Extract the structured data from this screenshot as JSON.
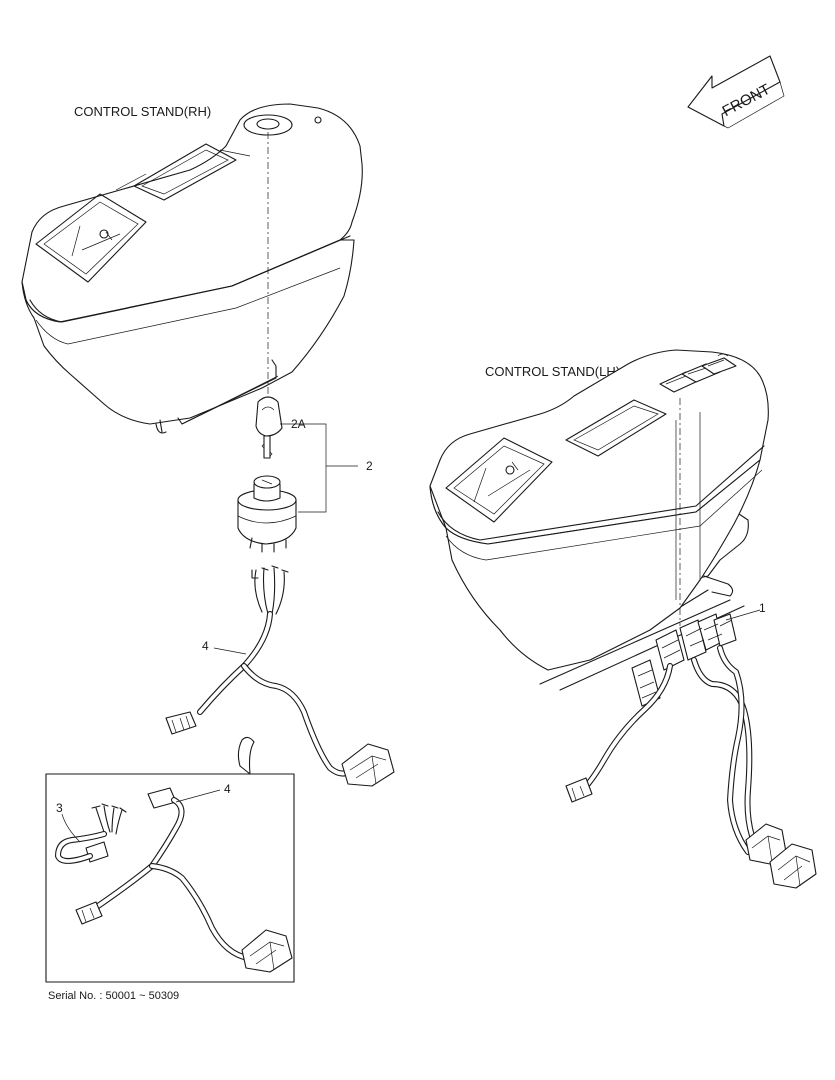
{
  "labels": {
    "stand_rh": "CONTROL STAND(RH)",
    "stand_lh": "CONTROL STAND(LH)",
    "front": "FRONT",
    "serial": "Serial No.  : 50001 ~ 50309"
  },
  "callouts": {
    "key": "2A",
    "switch": "2",
    "harness_rh": "4",
    "harness_lh": "1",
    "inset_harness": "4",
    "inset_switch_connector": "3"
  }
}
